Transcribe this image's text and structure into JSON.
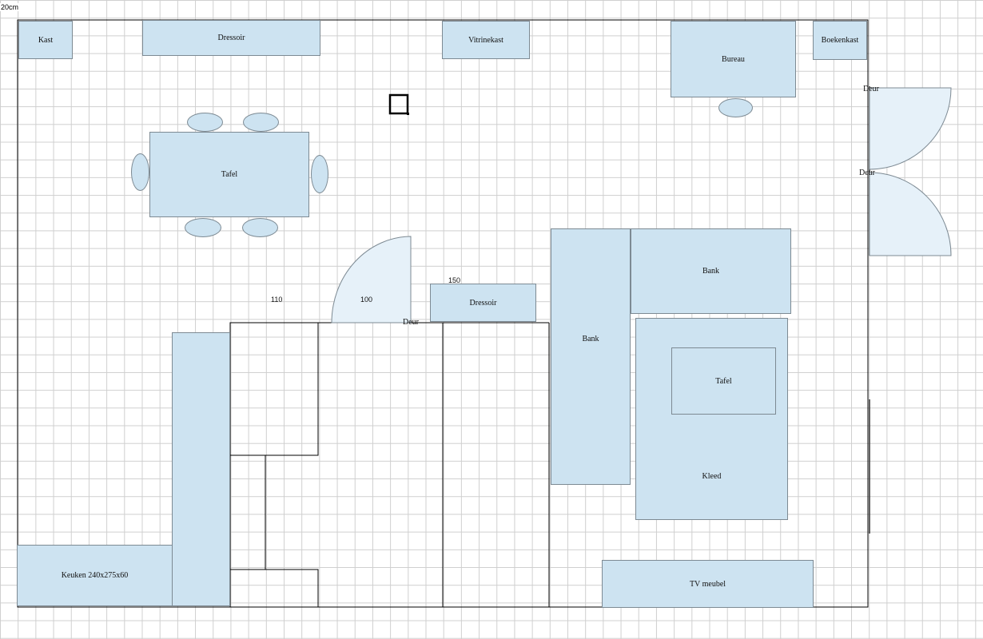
{
  "scale": "20cm",
  "furniture": {
    "kast": "Kast",
    "dressoir_top": "Dressoir",
    "vitrinekast": "Vitrinekast",
    "bureau": "Bureau",
    "boekenkast": "Boekenkast",
    "tafel_dining": "Tafel",
    "dressoir_mid": "Dressoir",
    "bank_vertical": "Bank",
    "bank_horizontal": "Bank",
    "tafel_coffee": "Tafel",
    "kleed": "Kleed",
    "keuken": "Keuken 240x275x60",
    "tv_meubel": "TV meubel"
  },
  "doors": {
    "deur_interior": "Deur",
    "deur_top": "Deur",
    "deur_bottom": "Deur"
  },
  "dimensions": {
    "d110": "110",
    "d100": "100",
    "d150": "150"
  },
  "colors": {
    "furniture_fill": "#cde3f1",
    "door_fill": "#e6f1f9",
    "wall": "#000000",
    "grid": "#cfcfcf"
  }
}
